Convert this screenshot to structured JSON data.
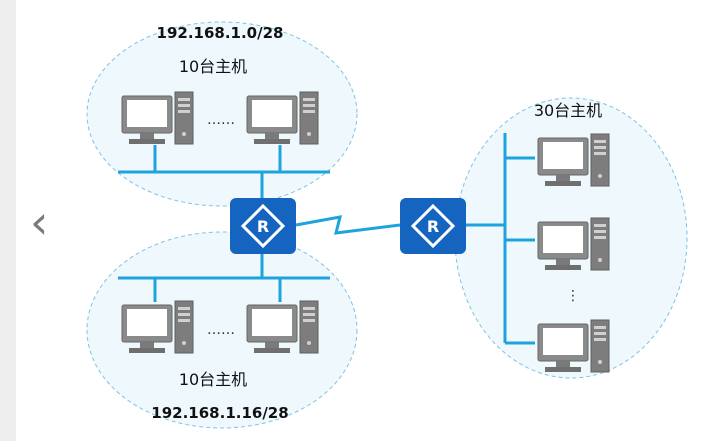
{
  "diagram": {
    "subnet_top": {
      "network": "192.168.1.0/28",
      "hosts": "10台主机",
      "ellipsis": "……"
    },
    "subnet_bottom": {
      "network": "192.168.1.16/28",
      "hosts": "10台主机",
      "ellipsis": "……"
    },
    "subnet_right": {
      "hosts": "30台主机",
      "ellipsis": "⋮"
    },
    "router_glyph": "R",
    "colors": {
      "link": "#1ea3dc",
      "router": "#1565c0",
      "ellipse_fill": "#eef8fd",
      "ellipse_stroke": "#7fc3e4",
      "pc": "#7a7a7a"
    }
  },
  "nav": {
    "prev_glyph": "‹"
  }
}
